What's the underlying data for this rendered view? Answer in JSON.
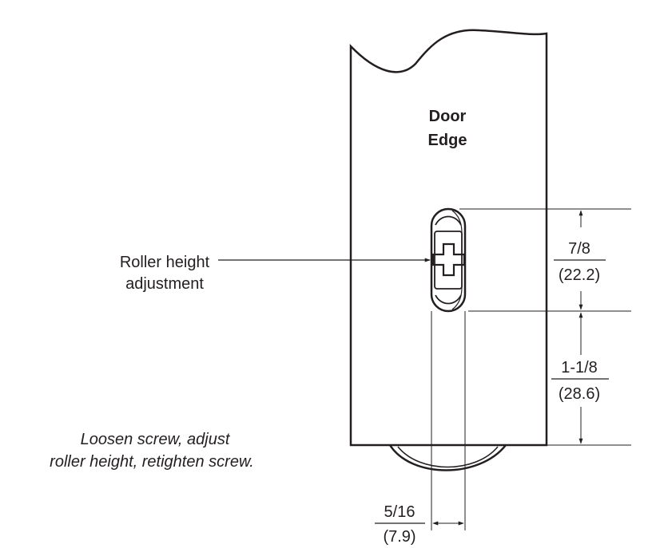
{
  "door": {
    "label_line1": "Door",
    "label_line2": "Edge"
  },
  "callout": {
    "line1": "Roller height",
    "line2": "adjustment"
  },
  "dimensions": {
    "slot_height_imperial": "7/8",
    "slot_height_metric": "(22.2)",
    "slot_to_bottom_imperial": "1-1/8",
    "slot_to_bottom_metric": "(28.6)",
    "slot_width_imperial": "5/16",
    "slot_width_metric": "(7.9)"
  },
  "instruction": {
    "line1": "Loosen screw, adjust",
    "line2": "roller height, retighten screw."
  },
  "colors": {
    "ink": "#231f20",
    "background": "#ffffff"
  }
}
